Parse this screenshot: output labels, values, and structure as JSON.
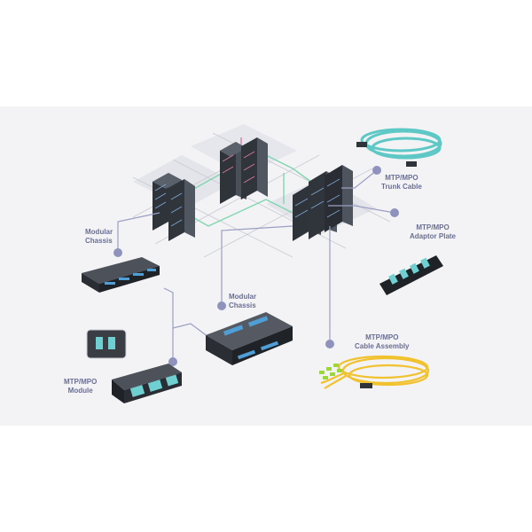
{
  "labels": {
    "trunk_cable": [
      "MTP/MPO",
      "Trunk Cable"
    ],
    "adaptor_plate": [
      "MTP/MPO",
      "Adaptor Plate"
    ],
    "cable_assembly": [
      "MTP/MPO",
      "Cable Assembly"
    ],
    "modular_chassis_left": [
      "Modular",
      "Chassis"
    ],
    "modular_chassis_center": [
      "Modular",
      "Chassis"
    ],
    "mtp_module": [
      "MTP/MPO",
      "Module"
    ]
  },
  "colors": {
    "background_band": "#f3f3f5",
    "callout_line": "#9b9fc4",
    "callout_dot": "#8f92bd",
    "label_text": "#6a6f93",
    "cable_aqua": "#5ec8c6",
    "cable_yellow": "#f2c12e",
    "connector_green": "#9ad83a",
    "rack_dark": "#3b4048",
    "network_pink": "#e27aa8",
    "network_green": "#7fd6b0"
  },
  "icons": [
    "server-rack-icon",
    "fiber-cable-icon",
    "adaptor-plate-icon",
    "patch-panel-icon",
    "module-cassette-icon"
  ]
}
